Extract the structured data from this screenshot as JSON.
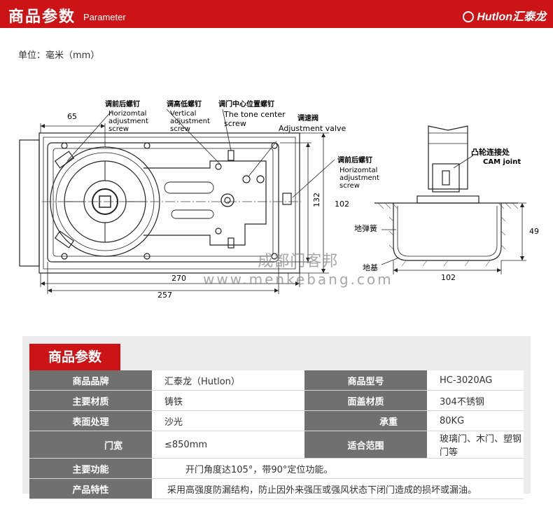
{
  "header": {
    "title": "商品参数",
    "subtitle": "Parameter",
    "brand": "Hutlon汇泰龙"
  },
  "unit": "单位：毫米（mm）",
  "drawing": {
    "labels": {
      "horiz_cn": "调前后螺钉",
      "horiz_en1": "Horizomtal",
      "horiz_en2": "adjustment",
      "horiz_en3": "screw",
      "vert_cn": "调高低螺钉",
      "vert_en1": "Vertical",
      "vert_en2": "adjustment",
      "vert_en3": "screw",
      "tone_cn": "调门中心位置螺钉",
      "tone_en1": "The tone center",
      "tone_en2": "screw",
      "valve_cn": "调速阀",
      "valve_en": "Adjustment valve",
      "horiz2_cn": "调前后螺钉",
      "horiz2_en1": "Horizomtal",
      "horiz2_en2": "adjustment",
      "horiz2_en3": "screw",
      "cam_cn": "凸轮连接处",
      "cam_en": "CAM joint",
      "spring_cn": "地弹簧",
      "base_cn": "地基"
    },
    "dims": {
      "d65": "65",
      "d132": "132",
      "d102_v": "102",
      "d270": "270",
      "d257": "257",
      "d102_h": "102",
      "d49": "49"
    }
  },
  "watermark": {
    "cn": "成都门客邦",
    "url": "www.menkebang.com"
  },
  "table": {
    "title": "商品参数",
    "rows": [
      {
        "l1": "商品品牌",
        "v1": "汇泰龙（Hutlon）",
        "l2": "商品型号",
        "v2": "HC-3020AG"
      },
      {
        "l1": "主要材质",
        "v1": "铸铁",
        "l2": "面盖材质",
        "v2": "304不锈钢"
      },
      {
        "l1": "表面处理",
        "v1": "沙光",
        "l2": "承重",
        "v2": "80KG"
      },
      {
        "l1": "门宽",
        "v1": "≤850mm",
        "l2": "适合范围",
        "v2": "玻璃门、木门、塑钢门等"
      },
      {
        "l1": "主要功能",
        "v1": "开门角度达105°，带90°定位功能。"
      },
      {
        "l1": "产品特性",
        "v1": "采用高强度防漏结构，防止因外来强压或强风状态下闭门造成的损坏或漏油。"
      }
    ]
  },
  "colors": {
    "accent": "#cc1417",
    "label_bg": "#707070",
    "panel_bg": "#ececec"
  }
}
